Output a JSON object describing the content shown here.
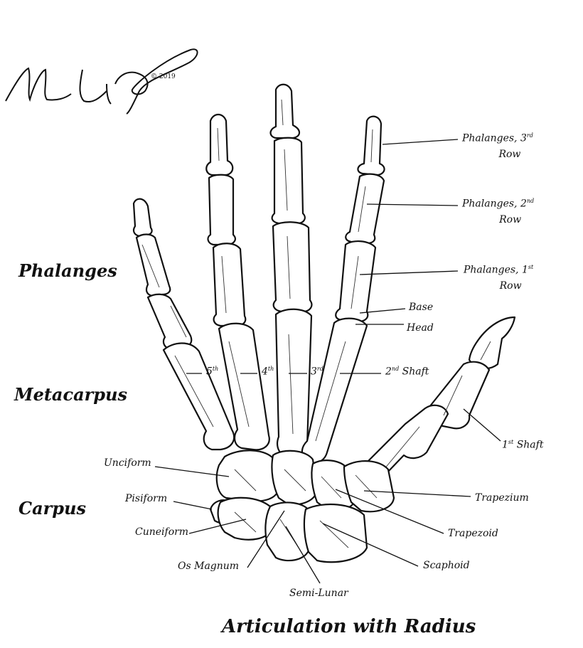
{
  "signature": {
    "text": "MLR",
    "copyright": "© 2019"
  },
  "section_labels": {
    "phalanges": "Phalanges",
    "metacarpus": "Metacarpus",
    "carpus": "Carpus"
  },
  "right_labels": {
    "row3_name": "Phalanges, 3",
    "row3_sup": "rd",
    "row3_line2": "Row",
    "row2_name": "Phalanges, 2",
    "row2_sup": "nd",
    "row2_line2": "Row",
    "row1_name": "Phalanges, 1",
    "row1_sup": "st",
    "row1_line2": "Row",
    "base": "Base",
    "head": "Head",
    "first_num": "1",
    "first_sup": "st",
    "first_text": "Shaft"
  },
  "metacarpal_numbers": {
    "fifth_num": "5",
    "fifth_sup": "th",
    "fourth_num": "4",
    "fourth_sup": "th",
    "third_num": "3",
    "third_sup": "rd",
    "second_num": "2",
    "second_sup": "nd",
    "second_text": "Shaft"
  },
  "carpal_labels": {
    "unciform": "Unciform",
    "pisiform": "Pisiform",
    "cuneiform": "Cuneiform",
    "os_magnum": "Os Magnum",
    "semi_lunar": "Semi-Lunar",
    "trapezium": "Trapezium",
    "trapezoid": "Trapezoid",
    "scaphoid": "Scaphoid"
  },
  "caption": "Articulation with Radius"
}
